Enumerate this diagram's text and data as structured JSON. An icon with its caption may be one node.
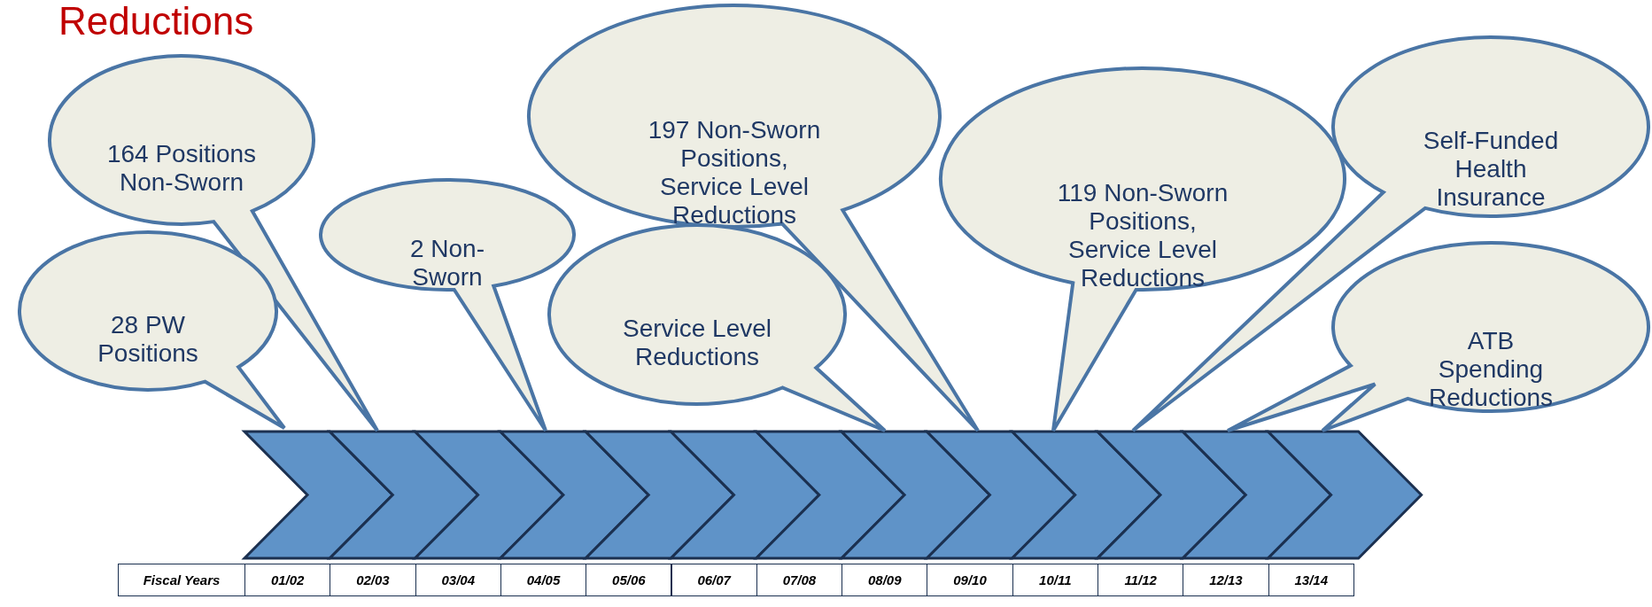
{
  "diagram": {
    "title": "Reductions",
    "nodes": [
      {
        "text": [
          "28 PW Positions"
        ]
      },
      {
        "text": [
          "164 Positions Non-Sworn"
        ]
      },
      {
        "text": [
          "2 Non-Sworn"
        ]
      },
      {
        "text": [
          "Service Level Reductions"
        ]
      },
      {
        "text": [
          "197 Non-Sworn Positions, Service Level Reductions"
        ]
      },
      {
        "text": [
          "119 Non-Sworn Positions, Service Level Reductions"
        ]
      },
      {
        "text": [
          "Self-Funded Health Insurance"
        ]
      },
      {
        "text": [
          "ATB Spending Reductions"
        ]
      }
    ],
    "labels": [
      "Fiscal Years",
      "01/02",
      "02/03",
      "03/04",
      "04/05",
      "05/06",
      "06/07",
      "07/08",
      "08/09",
      "09/10",
      "10/11",
      "11/12",
      "12/13",
      "13/14"
    ]
  }
}
